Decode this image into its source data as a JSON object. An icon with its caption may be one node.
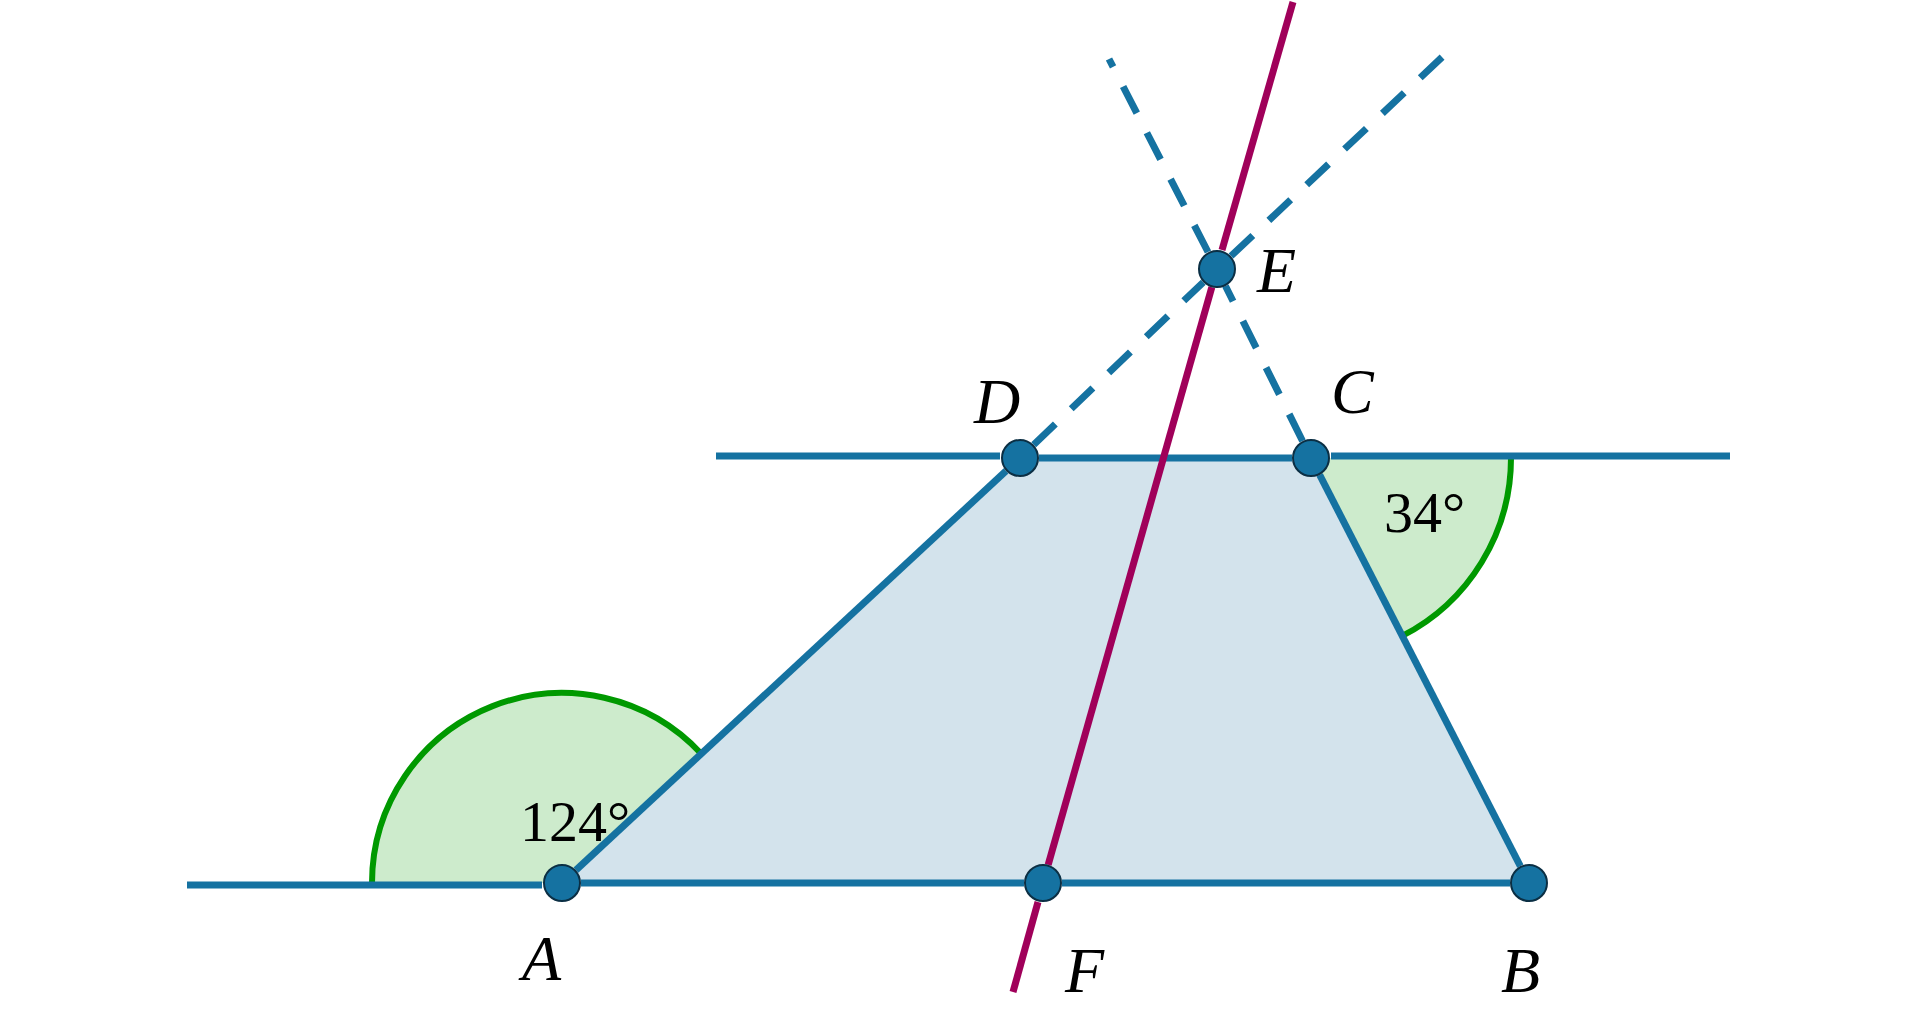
{
  "diagram": {
    "nodes": [
      {
        "text": [
          "A"
        ]
      },
      {
        "text": [
          "B"
        ]
      },
      {
        "text": [
          "C"
        ]
      },
      {
        "text": [
          "D"
        ]
      },
      {
        "text": [
          "E"
        ]
      },
      {
        "text": [
          "F"
        ]
      }
    ],
    "edges": [
      {
        "from": 0,
        "to": 5,
        "arrow": "none"
      },
      {
        "from": 5,
        "to": 1,
        "arrow": "none"
      },
      {
        "from": 1,
        "to": 2,
        "arrow": "none"
      },
      {
        "from": 2,
        "to": 3,
        "arrow": "none"
      },
      {
        "from": 3,
        "to": 0,
        "arrow": "none"
      },
      {
        "from": 3,
        "to": 4,
        "arrow": "none",
        "style": "dashed"
      },
      {
        "from": 2,
        "to": 4,
        "arrow": "none",
        "style": "dashed"
      },
      {
        "from": 4,
        "to": 5,
        "arrow": "none",
        "color": "#a0005a"
      }
    ],
    "labels": [
      "124°",
      "34°"
    ]
  }
}
